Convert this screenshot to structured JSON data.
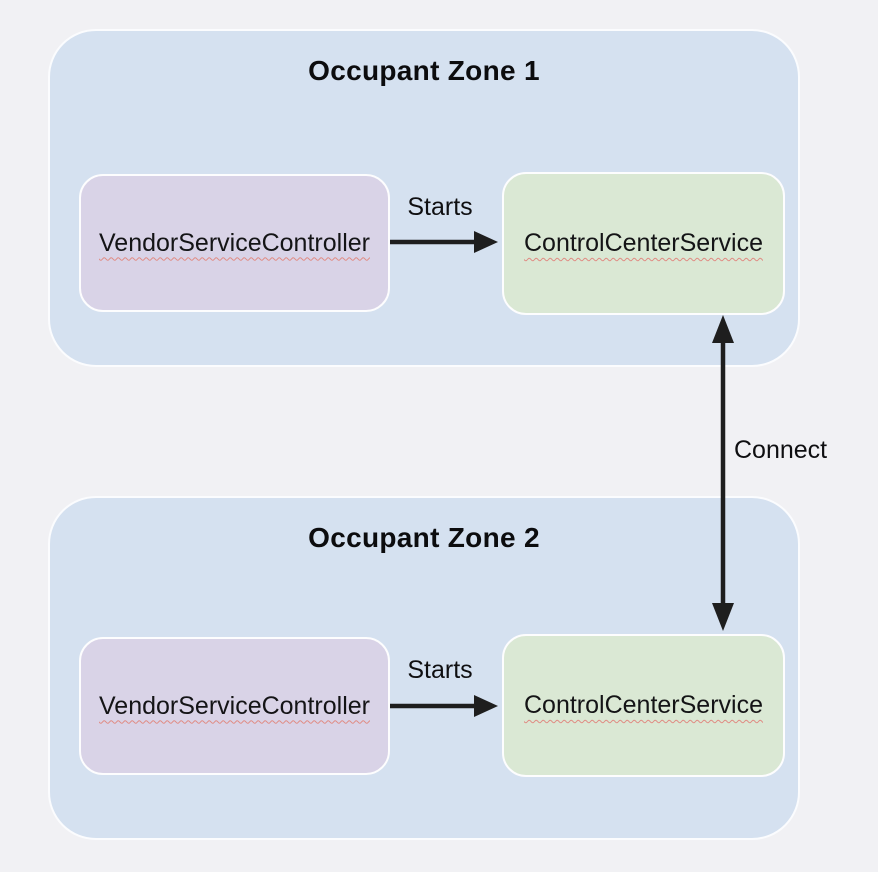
{
  "diagram": {
    "zones": [
      {
        "title": "Occupant Zone 1",
        "nodes": [
          {
            "id": "vendor-service-controller",
            "label": "VendorServiceController"
          },
          {
            "id": "control-center-service",
            "label": "ControlCenterService"
          }
        ],
        "edge": {
          "label": "Starts",
          "from": "VendorServiceController",
          "to": "ControlCenterService",
          "direction": "right"
        }
      },
      {
        "title": "Occupant Zone 2",
        "nodes": [
          {
            "id": "vendor-service-controller",
            "label": "VendorServiceController"
          },
          {
            "id": "control-center-service",
            "label": "ControlCenterService"
          }
        ],
        "edge": {
          "label": "Starts",
          "from": "VendorServiceController",
          "to": "ControlCenterService",
          "direction": "right"
        }
      }
    ],
    "cross_zone_edge": {
      "label": "Connect",
      "from": "ControlCenterService (Occupant Zone 1)",
      "to": "ControlCenterService (Occupant Zone 2)",
      "bidirectional": true
    },
    "colors": {
      "page_background": "#f1f1f4",
      "zone_fill": "#d5e1f0",
      "vendor_node_fill": "#d9d3e7",
      "control_node_fill": "#dae8d4",
      "arrow": "#1e1e1e",
      "spellcheck_underline": "#e08a82",
      "text": "#111111"
    }
  }
}
